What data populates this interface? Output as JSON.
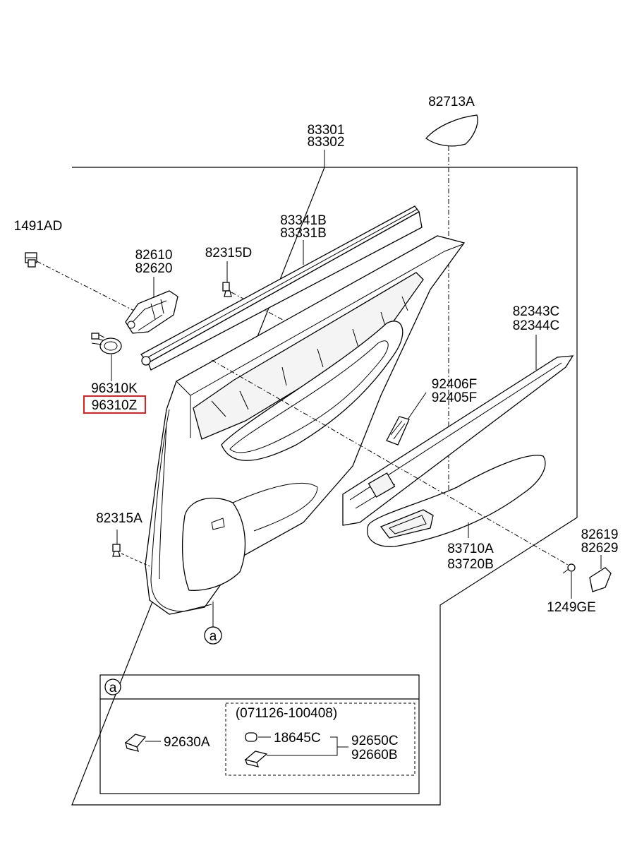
{
  "diagram": {
    "labels": {
      "p82713A": "82713A",
      "p83301": "83301",
      "p83302": "83302",
      "p1491AD": "1491AD",
      "p83341B": "83341B",
      "p83331B": "83331B",
      "p82610": "82610",
      "p82620": "82620",
      "p82315D": "82315D",
      "p82343C": "82343C",
      "p82344C": "82344C",
      "p96310K": "96310K",
      "p96310Z": "96310Z",
      "p92406F": "92406F",
      "p92405F": "92405F",
      "p82315A": "82315A",
      "p83710A": "83710A",
      "p83720B": "83720B",
      "p82619": "82619",
      "p82629": "82629",
      "p1249GE": "1249GE",
      "callout_a": "a"
    },
    "detail_box": {
      "header": "a",
      "date_range": "(071126-100408)",
      "p92630A": "92630A",
      "p18645C": "18645C",
      "p92650C": "92650C",
      "p92660B": "92660B"
    },
    "highlighted_part": "96310Z",
    "highlight_color": "#e02020"
  }
}
